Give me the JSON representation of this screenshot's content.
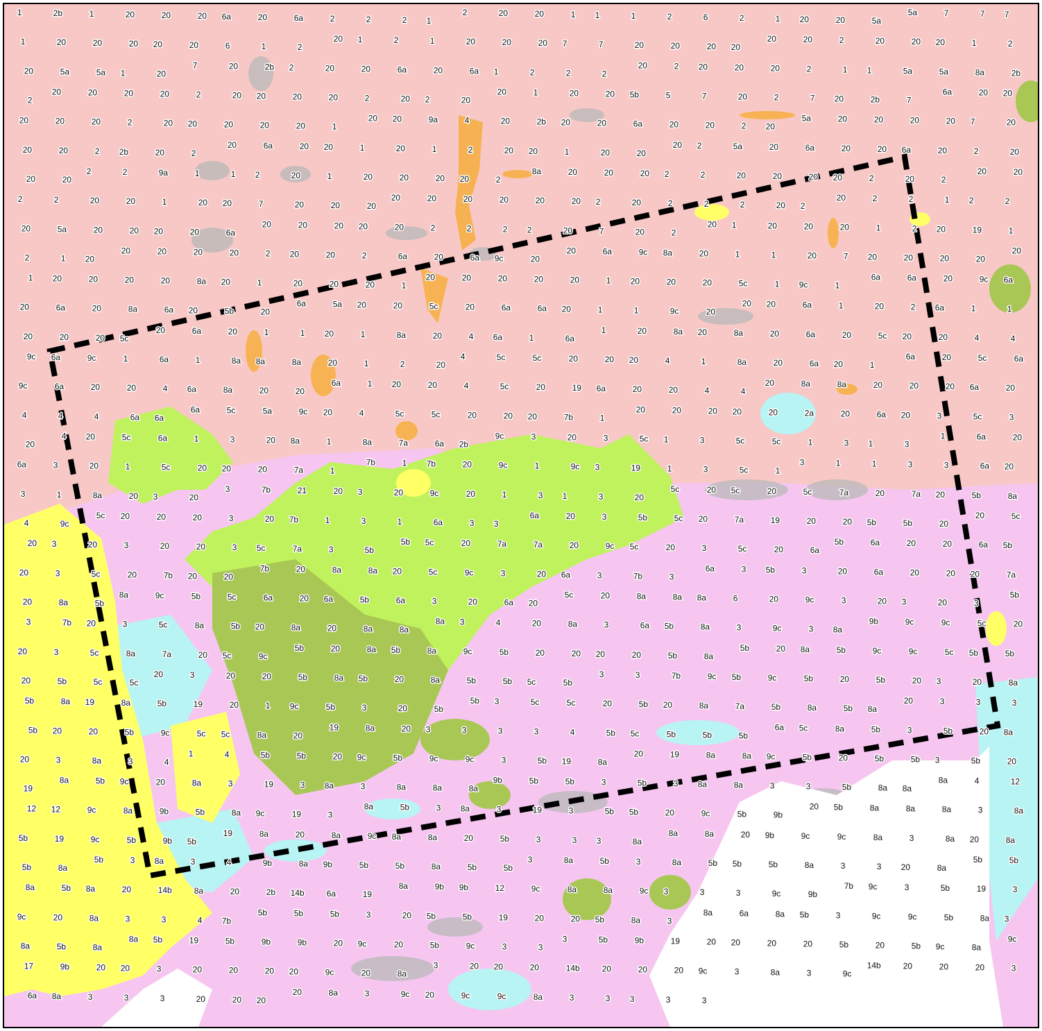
{
  "map": {
    "colors": {
      "unit_20": "#f8c8c6",
      "unit_3_8a": "#f6c6f1",
      "unit_5b_5c": "#bff25c",
      "unit_5b_dark": "#a9c754",
      "unit_9b_9c": "#ffff66",
      "unit_8a_cyan": "#b8f4f4",
      "unit_6a": "#f6b046",
      "unit_gray": "#b8b8b8",
      "unit_7": "#c2c2c2",
      "water": "#ffffff",
      "outline": "#000000"
    },
    "boundary": {
      "style": "dashed",
      "color": "#000000"
    },
    "labels": [
      "1",
      "2b",
      "1",
      "20",
      "20",
      "20",
      "6a",
      "20",
      "6a",
      "2",
      "2",
      "2",
      "1",
      "2",
      "20",
      "20",
      "1",
      "1",
      "1",
      "2",
      "6",
      "2",
      "1",
      "20",
      "20",
      "5a",
      "5a",
      "7",
      "7",
      "7",
      "1",
      "20",
      "20",
      "20",
      "20",
      "20",
      "6",
      "1",
      "2",
      "20",
      "1",
      "2",
      "1",
      "20",
      "20",
      "20",
      "7",
      "7",
      "20",
      "20",
      "20",
      "20",
      "20",
      "20",
      "2",
      "20",
      "20",
      "20",
      "1",
      "2",
      "20",
      "5a",
      "5a",
      "1",
      "20",
      "7",
      "20",
      "2b",
      "2",
      "20",
      "20",
      "6a",
      "20",
      "6a",
      "1",
      "2",
      "2",
      "2",
      "20",
      "2",
      "20",
      "20",
      "20",
      "2",
      "1",
      "1",
      "5a",
      "5a",
      "8a",
      "2b",
      "2",
      "20",
      "20",
      "20",
      "20",
      "2",
      "20",
      "20",
      "20",
      "20",
      "2",
      "20",
      "2",
      "20",
      "20",
      "1",
      "20",
      "20",
      "5b",
      "5",
      "7",
      "20",
      "2",
      "7",
      "20",
      "2b",
      "7",
      "6a",
      "20",
      "20",
      "20",
      "20",
      "20",
      "2",
      "20",
      "20",
      "20",
      "20",
      "20",
      "1",
      "20",
      "20",
      "9a",
      "4",
      "20",
      "2b",
      "20",
      "20",
      "6a",
      "20",
      "20",
      "2",
      "20",
      "5a",
      "20",
      "20",
      "20",
      "20",
      "7",
      "20",
      "20",
      "20",
      "2",
      "2b",
      "20",
      "2",
      "20",
      "6a",
      "20",
      "20",
      "1",
      "20",
      "1",
      "2",
      "20",
      "20",
      "1",
      "20",
      "20",
      "20",
      "2",
      "5a",
      "20",
      "6a",
      "20",
      "20",
      "6a",
      "20",
      "2",
      "20",
      "20",
      "20",
      "2",
      "2",
      "9a",
      "1",
      "1",
      "2",
      "20",
      "1",
      "20",
      "20",
      "20",
      "20",
      "2",
      "8a",
      "20",
      "20",
      "20",
      "2",
      "2",
      "20",
      "20",
      "20",
      "20",
      "2",
      "20",
      "2",
      "20",
      "20",
      "2",
      "2",
      "20",
      "20",
      "1",
      "20",
      "20",
      "7",
      "20",
      "20",
      "20",
      "20",
      "20",
      "20",
      "20",
      "20",
      "20",
      "2",
      "20",
      "2",
      "2",
      "2",
      "20",
      "2",
      "20",
      "2",
      "2",
      "1",
      "2",
      "2",
      "20",
      "5a",
      "20",
      "20",
      "20",
      "20",
      "6a",
      "20",
      "20",
      "20",
      "20",
      "20",
      "2",
      "2",
      "2",
      "2",
      "20",
      "7",
      "20",
      "2",
      "20",
      "1",
      "20",
      "20",
      "20",
      "1",
      "2",
      "20",
      "19",
      "1",
      "2",
      "1",
      "20",
      "20",
      "20",
      "20",
      "20",
      "2",
      "20",
      "20",
      "2",
      "6a",
      "20",
      "6a",
      "9c",
      "20",
      "20",
      "6a",
      "9c",
      "8a",
      "20",
      "1",
      "1",
      "20",
      "7",
      "20",
      "20",
      "20",
      "20",
      "20",
      "1",
      "20",
      "20",
      "20",
      "20",
      "8a",
      "20",
      "1",
      "20",
      "20",
      "20",
      "1",
      "20",
      "20",
      "20",
      "20",
      "20",
      "1",
      "20",
      "20",
      "20",
      "5c",
      "1",
      "9c",
      "1",
      "6a",
      "6a",
      "20",
      "9c",
      "6a",
      "20",
      "6a",
      "20",
      "8a",
      "6a",
      "20",
      "5b",
      "20",
      "6a",
      "5a",
      "20",
      "20",
      "5c",
      "20",
      "6a",
      "6a",
      "20",
      "1",
      "1",
      "9c",
      "20",
      "20",
      "20",
      "6a",
      "1",
      "20",
      "2",
      "6a",
      "1",
      "1",
      "20",
      "20",
      "20",
      "5c",
      "20",
      "6a",
      "20",
      "1",
      "1",
      "20",
      "1",
      "8a",
      "20",
      "4",
      "6a",
      "1",
      "6a",
      "1",
      "20",
      "8a",
      "20",
      "8a",
      "20",
      "6a",
      "20",
      "5c",
      "20",
      "20",
      "4",
      "4",
      "9c",
      "6a",
      "9c",
      "1",
      "6a",
      "1",
      "8a",
      "8a",
      "8a",
      "20",
      "1",
      "2",
      "20",
      "4",
      "5c",
      "5c",
      "20",
      "20",
      "20",
      "4",
      "1",
      "8a",
      "20",
      "6a",
      "20",
      "1",
      "6a",
      "20",
      "5c",
      "6a",
      "9c",
      "6a",
      "20",
      "20",
      "4",
      "6a",
      "8a",
      "20",
      "20",
      "6a",
      "1",
      "20",
      "20",
      "4",
      "5c",
      "20",
      "19",
      "6a",
      "20",
      "20",
      "4",
      "4",
      "20",
      "8a",
      "8a",
      "20",
      "20",
      "20",
      "6a",
      "20",
      "4",
      "4",
      "4",
      "6a",
      "6a",
      "6a",
      "5c",
      "5a",
      "9c",
      "20",
      "4",
      "5c",
      "5c",
      "20",
      "20",
      "20",
      "7b",
      "1",
      "20",
      "20",
      "20",
      "20",
      "20",
      "2a",
      "20",
      "6a",
      "20",
      "3",
      "5c",
      "3",
      "20",
      "4",
      "20",
      "5c",
      "6a",
      "1",
      "3",
      "20",
      "8a",
      "1",
      "8a",
      "7a",
      "6a",
      "2b",
      "9c",
      "3",
      "20",
      "3",
      "5c",
      "1",
      "3",
      "5c",
      "5c",
      "1",
      "3",
      "1",
      "3",
      "1",
      "6a",
      "20",
      "6a",
      "3",
      "20",
      "1",
      "5c",
      "20",
      "20",
      "20",
      "7a",
      "1",
      "7b",
      "1",
      "7b",
      "20",
      "9c",
      "1",
      "9c",
      "3",
      "19",
      "1",
      "3",
      "5c",
      "1",
      "3",
      "1",
      "1",
      "3",
      "3",
      "6a",
      "20",
      "3",
      "1",
      "8a",
      "20",
      "3",
      "20",
      "3",
      "7b",
      "21",
      "20",
      "3",
      "20",
      "9c",
      "20",
      "1",
      "3",
      "1",
      "3",
      "20",
      "5c",
      "20",
      "5c",
      "20",
      "5c",
      "7a",
      "20",
      "7a",
      "20",
      "5b",
      "8a",
      "4",
      "9c",
      "5c",
      "20",
      "20",
      "20",
      "3",
      "20",
      "7b",
      "1",
      "3",
      "1",
      "6a",
      "3",
      "3",
      "6a",
      "20",
      "3",
      "5b",
      "5c",
      "20",
      "7a",
      "19",
      "20",
      "20",
      "5b",
      "5b",
      "20",
      "20",
      "5c",
      "20",
      "3",
      "20",
      "3",
      "20",
      "20",
      "3",
      "5c",
      "7a",
      "3",
      "5b",
      "5b",
      "5c",
      "20",
      "7a",
      "7a",
      "20",
      "9c",
      "5c",
      "20",
      "3",
      "5c",
      "20",
      "6a",
      "5b",
      "6a",
      "20",
      "20",
      "6a",
      "5b",
      "20",
      "3",
      "5c",
      "20",
      "7b",
      "20",
      "20",
      "7b",
      "20",
      "8a",
      "8a",
      "20",
      "5c",
      "9c",
      "3",
      "20",
      "6a",
      "3",
      "7b",
      "3",
      "6a",
      "3",
      "5b",
      "3",
      "20",
      "6a",
      "20",
      "20",
      "20",
      "7a",
      "20",
      "8a",
      "5b",
      "8a",
      "9c",
      "5b",
      "5c",
      "6a",
      "20",
      "6a",
      "5b",
      "6a",
      "3",
      "20",
      "6a",
      "20",
      "5c",
      "20",
      "8a",
      "8a",
      "8a",
      "6",
      "20",
      "9c",
      "3",
      "20",
      "3",
      "20",
      "3",
      "5b",
      "3",
      "7b",
      "20",
      "3",
      "5c",
      "8a",
      "5b",
      "20",
      "8a",
      "20",
      "8a",
      "8a",
      "8a",
      "3",
      "4",
      "20",
      "8a",
      "3",
      "6a",
      "5b",
      "8a",
      "3",
      "9c",
      "3",
      "8a",
      "9b",
      "9c",
      "9c",
      "5c",
      "20",
      "20",
      "3",
      "5c",
      "8a",
      "7a",
      "20",
      "5c",
      "9c",
      "5b",
      "20",
      "8a",
      "5b",
      "8a",
      "9c",
      "5b",
      "20",
      "20",
      "20",
      "20",
      "5b",
      "8a",
      "5b",
      "20",
      "8a",
      "5b",
      "9c",
      "9c",
      "5c",
      "5b",
      "5b",
      "20",
      "5b",
      "5c",
      "5c",
      "20",
      "3",
      "20",
      "20",
      "5b",
      "8a",
      "5b",
      "20",
      "8a",
      "5b",
      "5b",
      "5c",
      "5b",
      "3",
      "3",
      "7b",
      "9c",
      "5b",
      "9c",
      "5b",
      "20",
      "5b",
      "20",
      "3",
      "20",
      "8a",
      "5b",
      "8a",
      "19",
      "8a",
      "5b",
      "19",
      "20",
      "1",
      "9c",
      "5b",
      "3",
      "20",
      "5b",
      "5b",
      "3",
      "5c",
      "5c",
      "20",
      "5b",
      "20",
      "8a",
      "7a",
      "5b",
      "8a",
      "5b",
      "8a",
      "20",
      "3",
      "3",
      "3",
      "5b",
      "20",
      "20",
      "5b",
      "9c",
      "5c",
      "5c",
      "8a",
      "20",
      "19",
      "8a",
      "20",
      "3",
      "3",
      "3",
      "3",
      "4",
      "5b",
      "5c",
      "5b",
      "5b",
      "5b",
      "6a",
      "5c",
      "8a",
      "5b",
      "3",
      "5b",
      "20",
      "8a",
      "20",
      "3",
      "8a",
      "3",
      "4",
      "1",
      "4",
      "5b",
      "5b",
      "20",
      "9c",
      "5b",
      "9c",
      "9c",
      "3",
      "5b",
      "19",
      "8a",
      "20",
      "19",
      "8a",
      "8a",
      "9c",
      "5b",
      "20",
      "5b",
      "5b",
      "3",
      "5b",
      "20",
      "19",
      "8a",
      "5b",
      "9c",
      "20",
      "8a",
      "3",
      "19",
      "3",
      "8a",
      "3",
      "8a",
      "8a",
      "8a",
      "9b",
      "5b",
      "5b",
      "3",
      "5b",
      "3",
      "8a",
      "8a",
      "3",
      "3",
      "5b",
      "8a",
      "8a",
      "8a",
      "4",
      "12",
      "12",
      "12",
      "9c",
      "8a",
      "9b",
      "5b",
      "8a",
      "9c",
      "19",
      "3",
      "8a",
      "5b",
      "3",
      "8a",
      "3",
      "19",
      "3",
      "5b",
      "5b",
      "20",
      "9c",
      "5b",
      "9b",
      "20",
      "5b",
      "8a",
      "8a",
      "8a",
      "3",
      "8a",
      "5b",
      "19",
      "9c",
      "5b",
      "9b",
      "5b",
      "19",
      "8a",
      "20",
      "8a",
      "9c",
      "8a",
      "8a",
      "20",
      "5b",
      "3",
      "3",
      "3",
      "8a",
      "8a",
      "8a",
      "20",
      "9b",
      "9c",
      "9c",
      "8a",
      "3",
      "8a",
      "20",
      "8a",
      "5b",
      "8a",
      "5b",
      "3",
      "8a",
      "3",
      "4",
      "9b",
      "8a",
      "9b",
      "5b",
      "5b",
      "8a",
      "5b",
      "5b",
      "3",
      "8a",
      "5b",
      "3",
      "8a",
      "5b",
      "5b",
      "5b",
      "8a",
      "3",
      "3",
      "20",
      "8a",
      "5b",
      "5b",
      "8a",
      "5b",
      "8a",
      "20",
      "14b",
      "8a",
      "20",
      "2b",
      "14b",
      "6a",
      "19",
      "8a",
      "9b",
      "9b",
      "12",
      "9c",
      "8a",
      "8a",
      "9c",
      "3",
      "3",
      "3",
      "9c",
      "9b",
      "7b",
      "9c",
      "3",
      "5b",
      "19",
      "3",
      "9c",
      "20",
      "8a",
      "3",
      "3",
      "4",
      "7b",
      "5b",
      "5b",
      "5b",
      "3",
      "20",
      "5b",
      "5b",
      "19",
      "20",
      "20",
      "5b",
      "8a",
      "3",
      "8a",
      "6a",
      "8a",
      "5b",
      "3",
      "9c",
      "9c",
      "5b",
      "8a",
      "3",
      "8a",
      "5b",
      "8a",
      "8a",
      "5b",
      "19",
      "5b",
      "9b",
      "9b",
      "20",
      "9c",
      "20",
      "5b",
      "9c",
      "3",
      "3",
      "3",
      "5b",
      "9b",
      "19",
      "20",
      "20",
      "20",
      "20",
      "5b",
      "20",
      "5b",
      "9c",
      "8a",
      "9c",
      "17",
      "9b",
      "20",
      "20",
      "3",
      "20",
      "20",
      "20",
      "20",
      "9c",
      "20",
      "8a",
      "3",
      "20",
      "20",
      "20",
      "14b",
      "20",
      "20",
      "20",
      "9c",
      "3",
      "8a",
      "3",
      "9c",
      "14b",
      "20",
      "20",
      "20",
      "3",
      "6a",
      "8a",
      "3",
      "3",
      "3",
      "20",
      "20",
      "20",
      "20",
      "8a",
      "3",
      "9c",
      "20",
      "9c",
      "9c",
      "8a",
      "3",
      "3",
      "3",
      "3",
      "3"
    ]
  }
}
